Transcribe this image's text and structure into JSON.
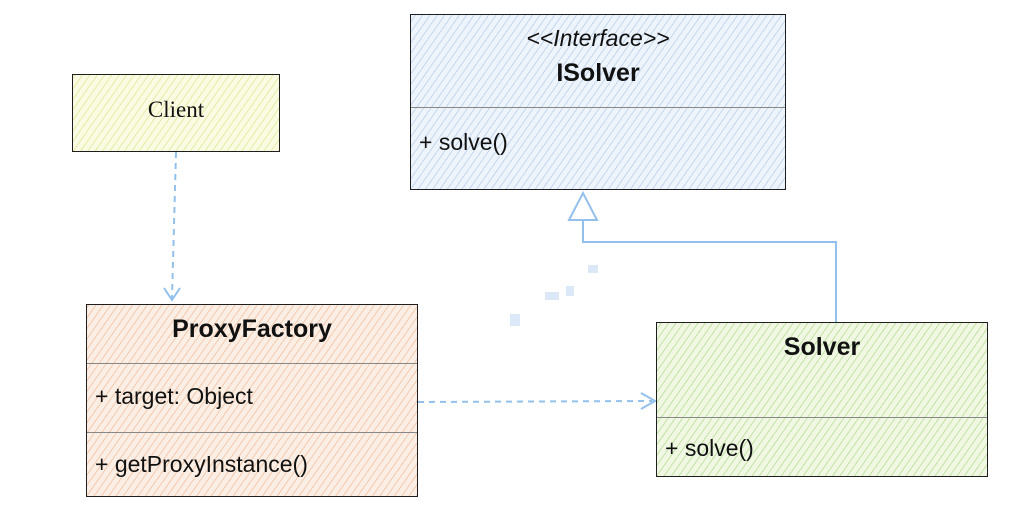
{
  "classes": {
    "client": {
      "name": "Client"
    },
    "isolver": {
      "stereotype": "<<Interface>>",
      "name": "ISolver",
      "methods": [
        "+ solve()"
      ]
    },
    "proxy_factory": {
      "name": "ProxyFactory",
      "attributes": [
        "+ target: Object"
      ],
      "methods": [
        "+ getProxyInstance()"
      ]
    },
    "solver": {
      "name": "Solver",
      "methods": [
        "+ solve()"
      ]
    }
  },
  "colors": {
    "line": "#93c0ec",
    "border": "#1e1e1e"
  }
}
